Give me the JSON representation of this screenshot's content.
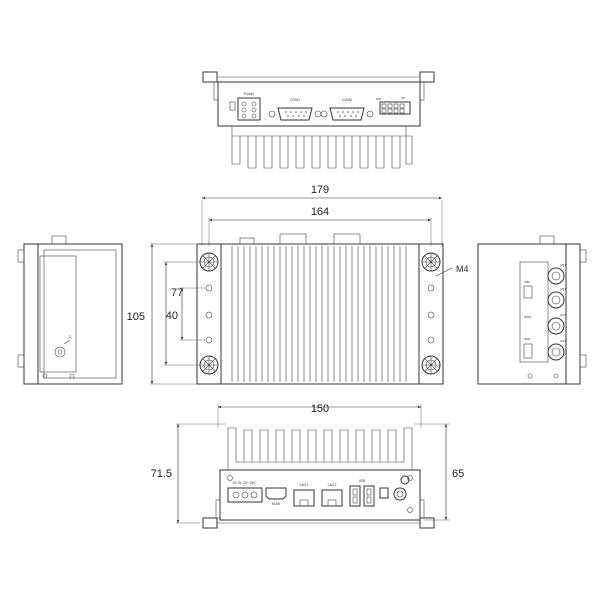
{
  "dimensions": {
    "overall_width": "179",
    "hole_spacing": "164",
    "height_105": "105",
    "height_77": "77",
    "height_40": "40",
    "bottom_width": "150",
    "front_height_71_5": "71.5",
    "front_height_65": "65",
    "screw": "M4"
  },
  "top_view_labels": {
    "power": "Power",
    "com1": "COM1",
    "com2": "COM2",
    "dio": "DIO",
    "io": "I/O"
  },
  "front_view_labels": {
    "dc_in": "DC IN 12V~24V",
    "hdmi": "HDMI",
    "lan1": "LAN 1",
    "lan2": "LAN 2",
    "usb": "USB"
  },
  "side_view_labels": {
    "antenna_1": "ANT",
    "antenna_2": "ANT",
    "antenna_3": "ANT",
    "antenna_4": "ANT",
    "wifi": "WiFi",
    "power_led": "PWR",
    "hdd_led": "HDD"
  },
  "colors": {
    "line": "#333333",
    "background": "#ffffff"
  }
}
